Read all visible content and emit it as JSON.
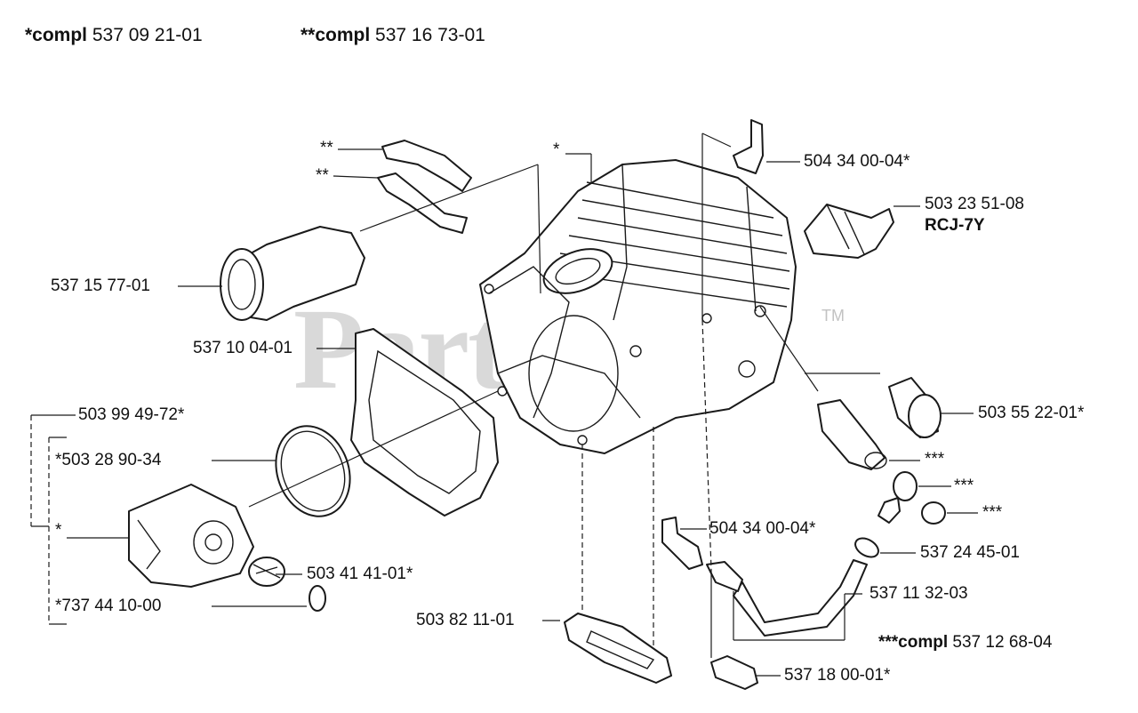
{
  "header": {
    "compl1_prefix": "*compl",
    "compl1_number": "537 09 21-01",
    "compl2_prefix": "**compl",
    "compl2_number": "537 16 73-01"
  },
  "watermark": {
    "text": "PartsTree",
    "tm": "TM"
  },
  "labels": {
    "top_star": "*",
    "dstar1": "**",
    "dstar2": "**",
    "p_537_15_77_01": "537 15 77-01",
    "p_537_10_04_01": "537 10 04-01",
    "p_503_99_49_72": "503 99 49-72*",
    "p_503_28_90_34": "*503 28 90-34",
    "left_star": "*",
    "p_737_44_10_00": "*737 44 10-00",
    "p_503_41_41_01": "503 41 41-01*",
    "p_503_82_11_01": "503 82 11-01",
    "p_504_34_00_04_top": "504 34 00-04*",
    "p_503_23_51_08": "503 23 51-08",
    "p_rcj_7y": "RCJ-7Y",
    "p_503_55_22_01": "503 55 22-01*",
    "tstar1": "***",
    "tstar2": "***",
    "tstar3": "***",
    "p_504_34_00_04_bottom": "504 34 00-04*",
    "p_537_24_45_01": "537 24 45-01",
    "p_537_11_32_03": "537 11 32-03",
    "compl3_prefix": "***compl",
    "compl3_number": "537 12 68-04",
    "p_537_18_00_01": "537 18 00-01*"
  }
}
